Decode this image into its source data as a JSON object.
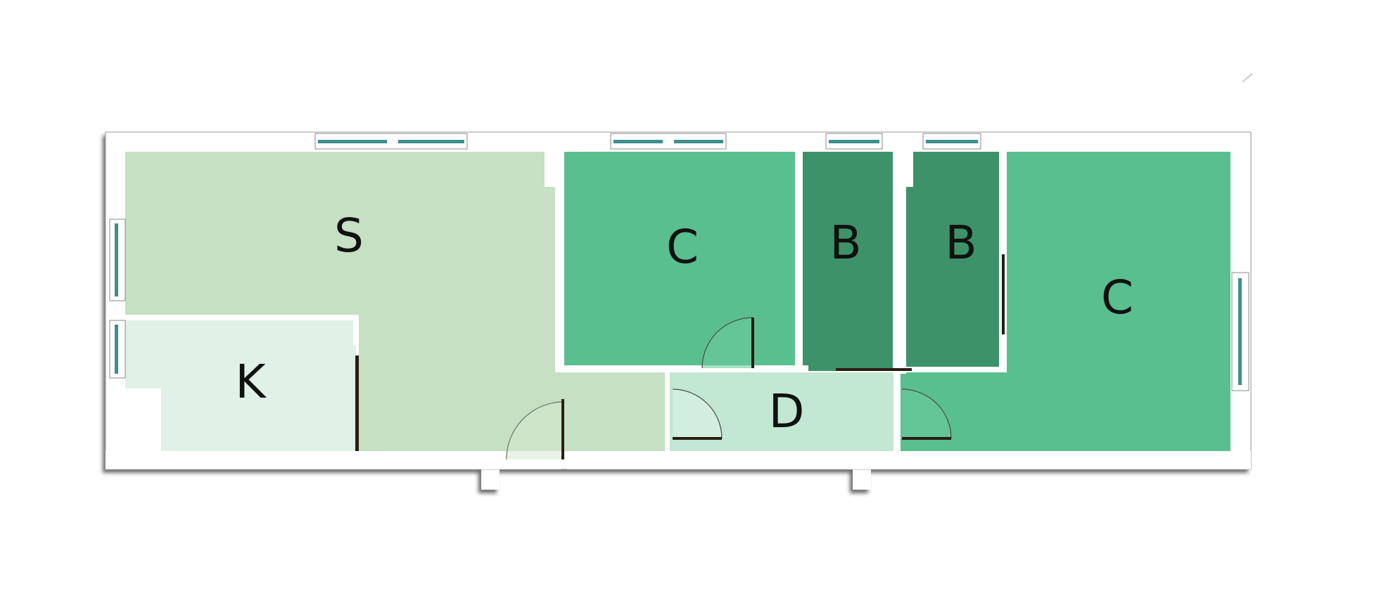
{
  "floorplan": {
    "colors": {
      "wall": "#ffffff",
      "wall_shadow": "#3a3a3a",
      "living": "#c5e0c2",
      "kitchen": "#e0f1e7",
      "bedroom": "#59bf8f",
      "bathroom": "#3d926a",
      "hall": "#c2e8d4",
      "window_glass": "#3e8f8c",
      "door_leaf": "#2a1c12"
    },
    "rooms": [
      {
        "id": "living",
        "label": "S",
        "color": "#c5e0c2"
      },
      {
        "id": "kitchen",
        "label": "K",
        "color": "#e0f1e7"
      },
      {
        "id": "bedroom-1",
        "label": "C",
        "color": "#59bf8f"
      },
      {
        "id": "bathroom-1",
        "label": "B",
        "color": "#3d926a"
      },
      {
        "id": "bathroom-2",
        "label": "B",
        "color": "#3d926a"
      },
      {
        "id": "bedroom-2",
        "label": "C",
        "color": "#59bf8f"
      },
      {
        "id": "hall",
        "label": "D",
        "color": "#c2e8d4"
      }
    ]
  }
}
